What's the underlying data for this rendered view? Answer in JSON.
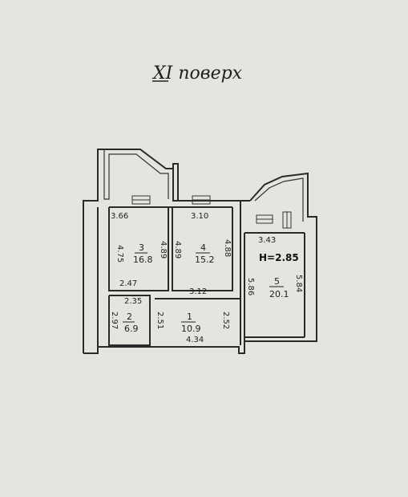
{
  "title": "XI поверх",
  "height_label": "H=2.85",
  "rooms": [
    {
      "number": "3",
      "area": "16.8"
    },
    {
      "number": "4",
      "area": "15.2"
    },
    {
      "number": "5",
      "area": "20.1"
    },
    {
      "number": "2",
      "area": "6.9"
    },
    {
      "number": "1",
      "area": "10.9"
    }
  ],
  "dimensions": {
    "room3_top": "3.66",
    "room3_left": "4.75",
    "room3_right": "4.89",
    "room3_bottom": "2.47",
    "room4_top": "3.10",
    "room4_left": "4.89",
    "room4_right": "4.88",
    "room4_bottom": "3.12",
    "room5_top": "3.43",
    "room5_left": "5.86",
    "room5_right": "5.84",
    "room2_top": "2.35",
    "room2_left": "2.97",
    "room1_left": "2.51",
    "room1_right": "2.52",
    "room1_bottom": "4.34"
  }
}
